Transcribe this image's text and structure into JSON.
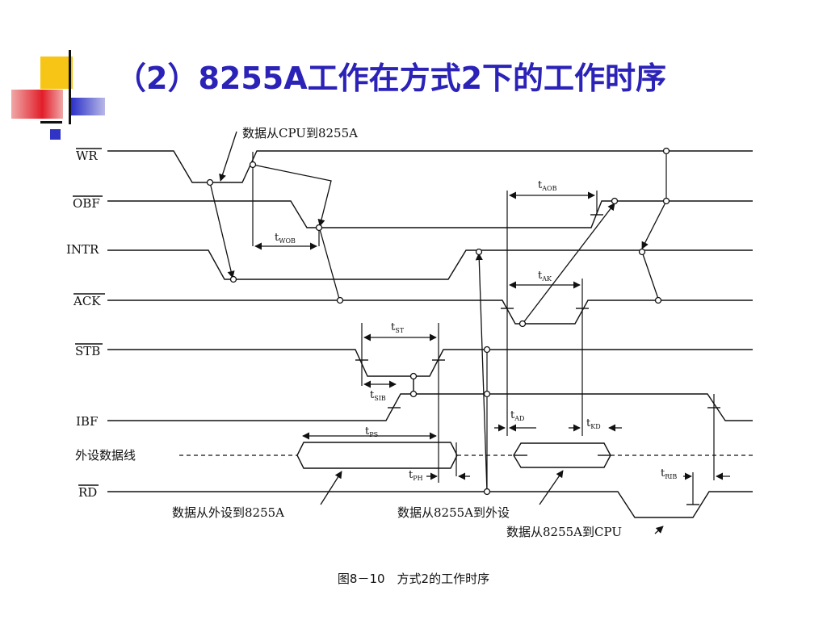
{
  "slide": {
    "title": "（2）8255A工作在方式2下的工作时序"
  },
  "signals": {
    "wr": "WR",
    "obf": "OBF",
    "intr": "INTR",
    "ack": "ACK",
    "stb": "STB",
    "ibf": "IBF",
    "peripheral_data": "外设数据线",
    "rd": "RD"
  },
  "timing_params": {
    "t_wob": {
      "main": "t",
      "sub": "WOB"
    },
    "t_aob": {
      "main": "t",
      "sub": "AOB"
    },
    "t_ak": {
      "main": "t",
      "sub": "AK"
    },
    "t_st": {
      "main": "t",
      "sub": "ST"
    },
    "t_sib": {
      "main": "t",
      "sub": "SIB"
    },
    "t_ad": {
      "main": "t",
      "sub": "AD"
    },
    "t_kd": {
      "main": "t",
      "sub": "KD"
    },
    "t_ps": {
      "main": "t",
      "sub": "PS"
    },
    "t_ph": {
      "main": "t",
      "sub": "PH"
    },
    "t_rib": {
      "main": "t",
      "sub": "RIB"
    }
  },
  "annotations": {
    "cpu_to_8255": "数据从CPU到8255A",
    "peripheral_to_8255": "数据从外设到8255A",
    "8255_to_peripheral": "数据从8255A到外设",
    "8255_to_cpu": "数据从8255A到CPU"
  },
  "caption": "图8－10　方式2的工作时序",
  "colors": {
    "title": "#2b22b8",
    "deco_yellow": "#f6c515",
    "deco_red": "#e21e2a",
    "deco_blue": "#3034c4"
  }
}
